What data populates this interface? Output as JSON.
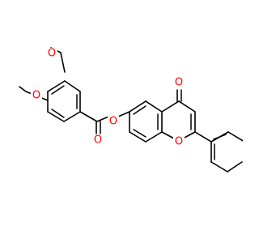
{
  "molecule": {
    "atom_labels": {
      "o_methoxy_top": "O",
      "o_methoxy_left": "O",
      "o_ester_carbonyl": "O",
      "o_ester_link": "O",
      "o_ketone": "O",
      "o_pyranone_ring": "O"
    },
    "colors": {
      "bond": "#000000",
      "oxygen": "#ff0000",
      "background": "#ffffff"
    }
  }
}
